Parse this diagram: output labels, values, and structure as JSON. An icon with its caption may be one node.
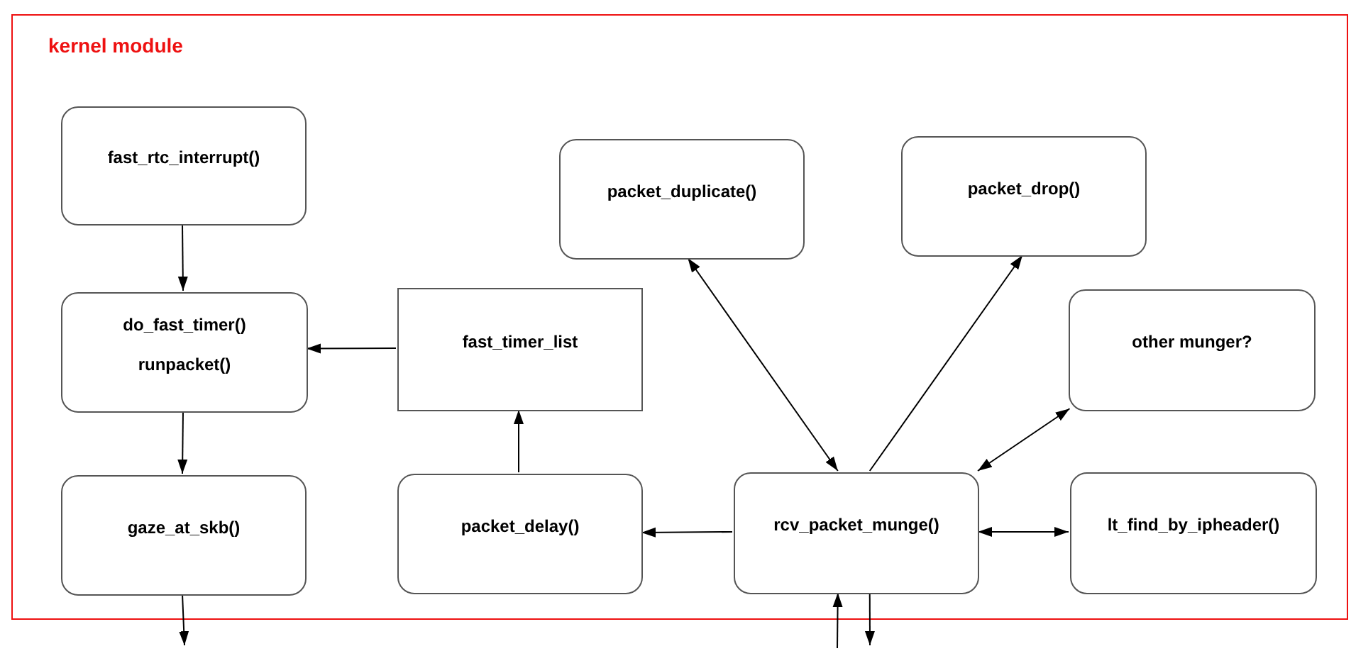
{
  "diagram": {
    "nodes": [
      {
        "text": [
          "kernel module"
        ]
      },
      {
        "text": [
          "fast_rtc_interrupt()"
        ],
        "in": 0
      },
      {
        "text": [
          "do_fast_timer()",
          "runpacket()"
        ],
        "in": 0
      },
      {
        "text": [
          "fast_timer_list"
        ],
        "in": 0
      },
      {
        "text": [
          "gaze_at_skb()"
        ],
        "in": 0
      },
      {
        "text": [
          "packet_delay()"
        ],
        "in": 0
      },
      {
        "text": [
          "packet_duplicate()"
        ],
        "in": 0
      },
      {
        "text": [
          "packet_drop()"
        ],
        "in": 0
      },
      {
        "text": [
          "other munger?"
        ],
        "in": 0
      },
      {
        "text": [
          "rcv_packet_munge()"
        ],
        "in": 0
      },
      {
        "text": [
          "lt_find_by_ipheader()"
        ],
        "in": 0
      }
    ],
    "edges": [
      {
        "from": 1,
        "to": 2,
        "arrow": "to"
      },
      {
        "from": 2,
        "to": 4,
        "arrow": "to"
      },
      {
        "from": 4,
        "to": null,
        "arrow": "to"
      },
      {
        "from": 3,
        "to": 2,
        "arrow": "to"
      },
      {
        "from": 5,
        "to": 3,
        "arrow": "to"
      },
      {
        "from": 9,
        "to": 5,
        "arrow": "to"
      },
      {
        "from": 9,
        "to": 6,
        "arrow": "both"
      },
      {
        "from": 9,
        "to": 7,
        "arrow": "to"
      },
      {
        "from": 9,
        "to": 8,
        "arrow": "both"
      },
      {
        "from": 9,
        "to": 10,
        "arrow": "both"
      },
      {
        "from": null,
        "to": 9,
        "arrow": "to"
      },
      {
        "from": 9,
        "to": null,
        "arrow": "to"
      }
    ]
  }
}
